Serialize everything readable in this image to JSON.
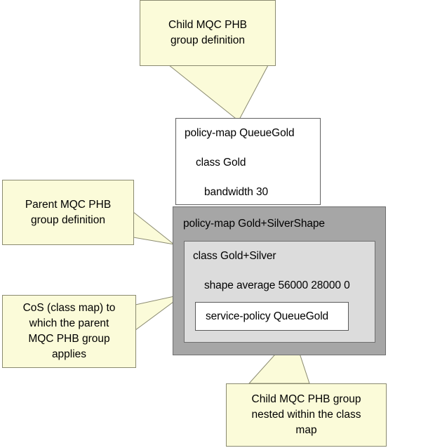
{
  "diagram": {
    "title": "Hierarchical MQC PHB group policy map diagram",
    "colors": {
      "callout_fill": "#fbfbd9",
      "callout_border": "#8a8a70",
      "outer_policy_fill": "#a6a6a6",
      "class_map_fill": "#dcdcdc",
      "code_box_fill": "#ffffff",
      "box_border": "#606060",
      "text": "#000000",
      "background": "#ffffff"
    }
  },
  "child_policy_map": {
    "name": "child-policy-map-box",
    "lines": [
      "policy-map QueueGold",
      "class Gold",
      "bandwidth 30"
    ]
  },
  "parent_policy_map": {
    "name": "parent-policy-map-box",
    "header": "policy-map Gold+SilverShape",
    "class_map": {
      "header": "class Gold+Silver",
      "shape": "shape average 56000 28000 0",
      "nested_service_policy": "service-policy QueueGold"
    }
  },
  "callouts": [
    {
      "id": "child-top",
      "text": "Child MQC PHB\ngroup definition",
      "points_to": "child-policy-map-box"
    },
    {
      "id": "parent",
      "text": "Parent MQC PHB\ngroup definition",
      "points_to": "parent-policy-map-box"
    },
    {
      "id": "cos",
      "text": "CoS (class map) to\nwhich the parent\nMQC PHB group\napplies",
      "points_to": "class-map-box"
    },
    {
      "id": "child-bottom",
      "text": "Child MQC PHB group\nnested within the class\nmap",
      "points_to": "service-policy-box"
    }
  ]
}
